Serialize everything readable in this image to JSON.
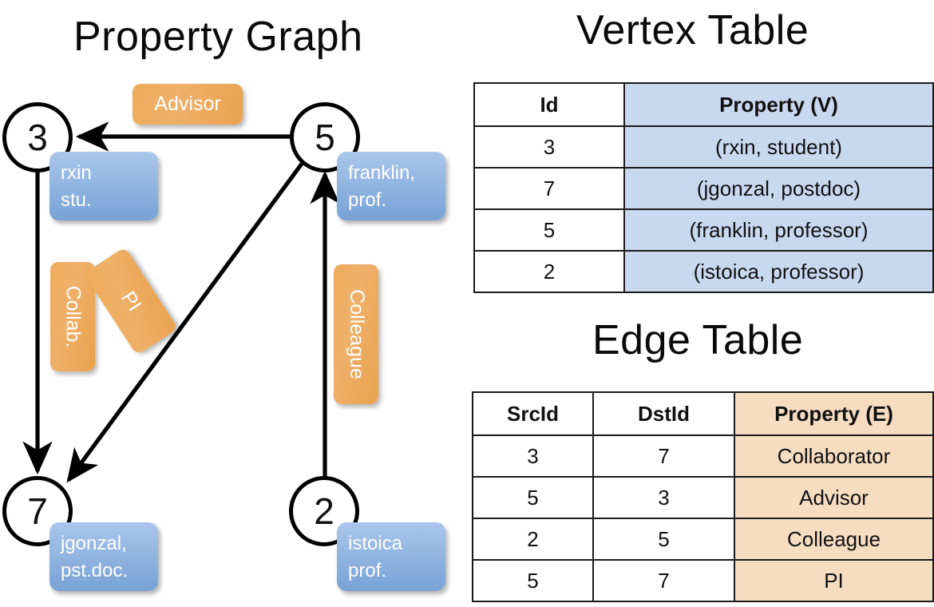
{
  "titles": {
    "graph": "Property Graph",
    "vertex_table": "Vertex Table",
    "edge_table": "Edge Table"
  },
  "colors": {
    "vertex_property_fill": "#c8d8ef",
    "edge_property_fill": "#f6dcc0",
    "node_box_blue": "#93b6e2",
    "edge_label_orange": "#edab5c",
    "stroke": "#000000"
  },
  "graph": {
    "nodes": [
      {
        "id": "3",
        "property_line1": "rxin",
        "property_line2": "stu."
      },
      {
        "id": "5",
        "property_line1": "franklin,",
        "property_line2": "prof."
      },
      {
        "id": "7",
        "property_line1": "jgonzal,",
        "property_line2": "pst.doc."
      },
      {
        "id": "2",
        "property_line1": "istoica",
        "property_line2": "prof."
      }
    ],
    "edge_labels": [
      {
        "name": "advisor",
        "text": "Advisor",
        "from": "5",
        "to": "3"
      },
      {
        "name": "collab",
        "text": "Collab.",
        "from": "3",
        "to": "7"
      },
      {
        "name": "pi",
        "text": "PI",
        "from": "5",
        "to": "7"
      },
      {
        "name": "colleague",
        "text": "Colleague",
        "from": "2",
        "to": "5"
      }
    ]
  },
  "vertex_table": {
    "headers": [
      "Id",
      "Property (V)"
    ],
    "rows": [
      {
        "id": "3",
        "property": "(rxin, student)"
      },
      {
        "id": "7",
        "property": "(jgonzal, postdoc)"
      },
      {
        "id": "5",
        "property": "(franklin, professor)"
      },
      {
        "id": "2",
        "property": "(istoica, professor)"
      }
    ]
  },
  "edge_table": {
    "headers": [
      "SrcId",
      "DstId",
      "Property (E)"
    ],
    "rows": [
      {
        "src": "3",
        "dst": "7",
        "property": "Collaborator"
      },
      {
        "src": "5",
        "dst": "3",
        "property": "Advisor"
      },
      {
        "src": "2",
        "dst": "5",
        "property": "Colleague"
      },
      {
        "src": "5",
        "dst": "7",
        "property": "PI"
      }
    ]
  }
}
